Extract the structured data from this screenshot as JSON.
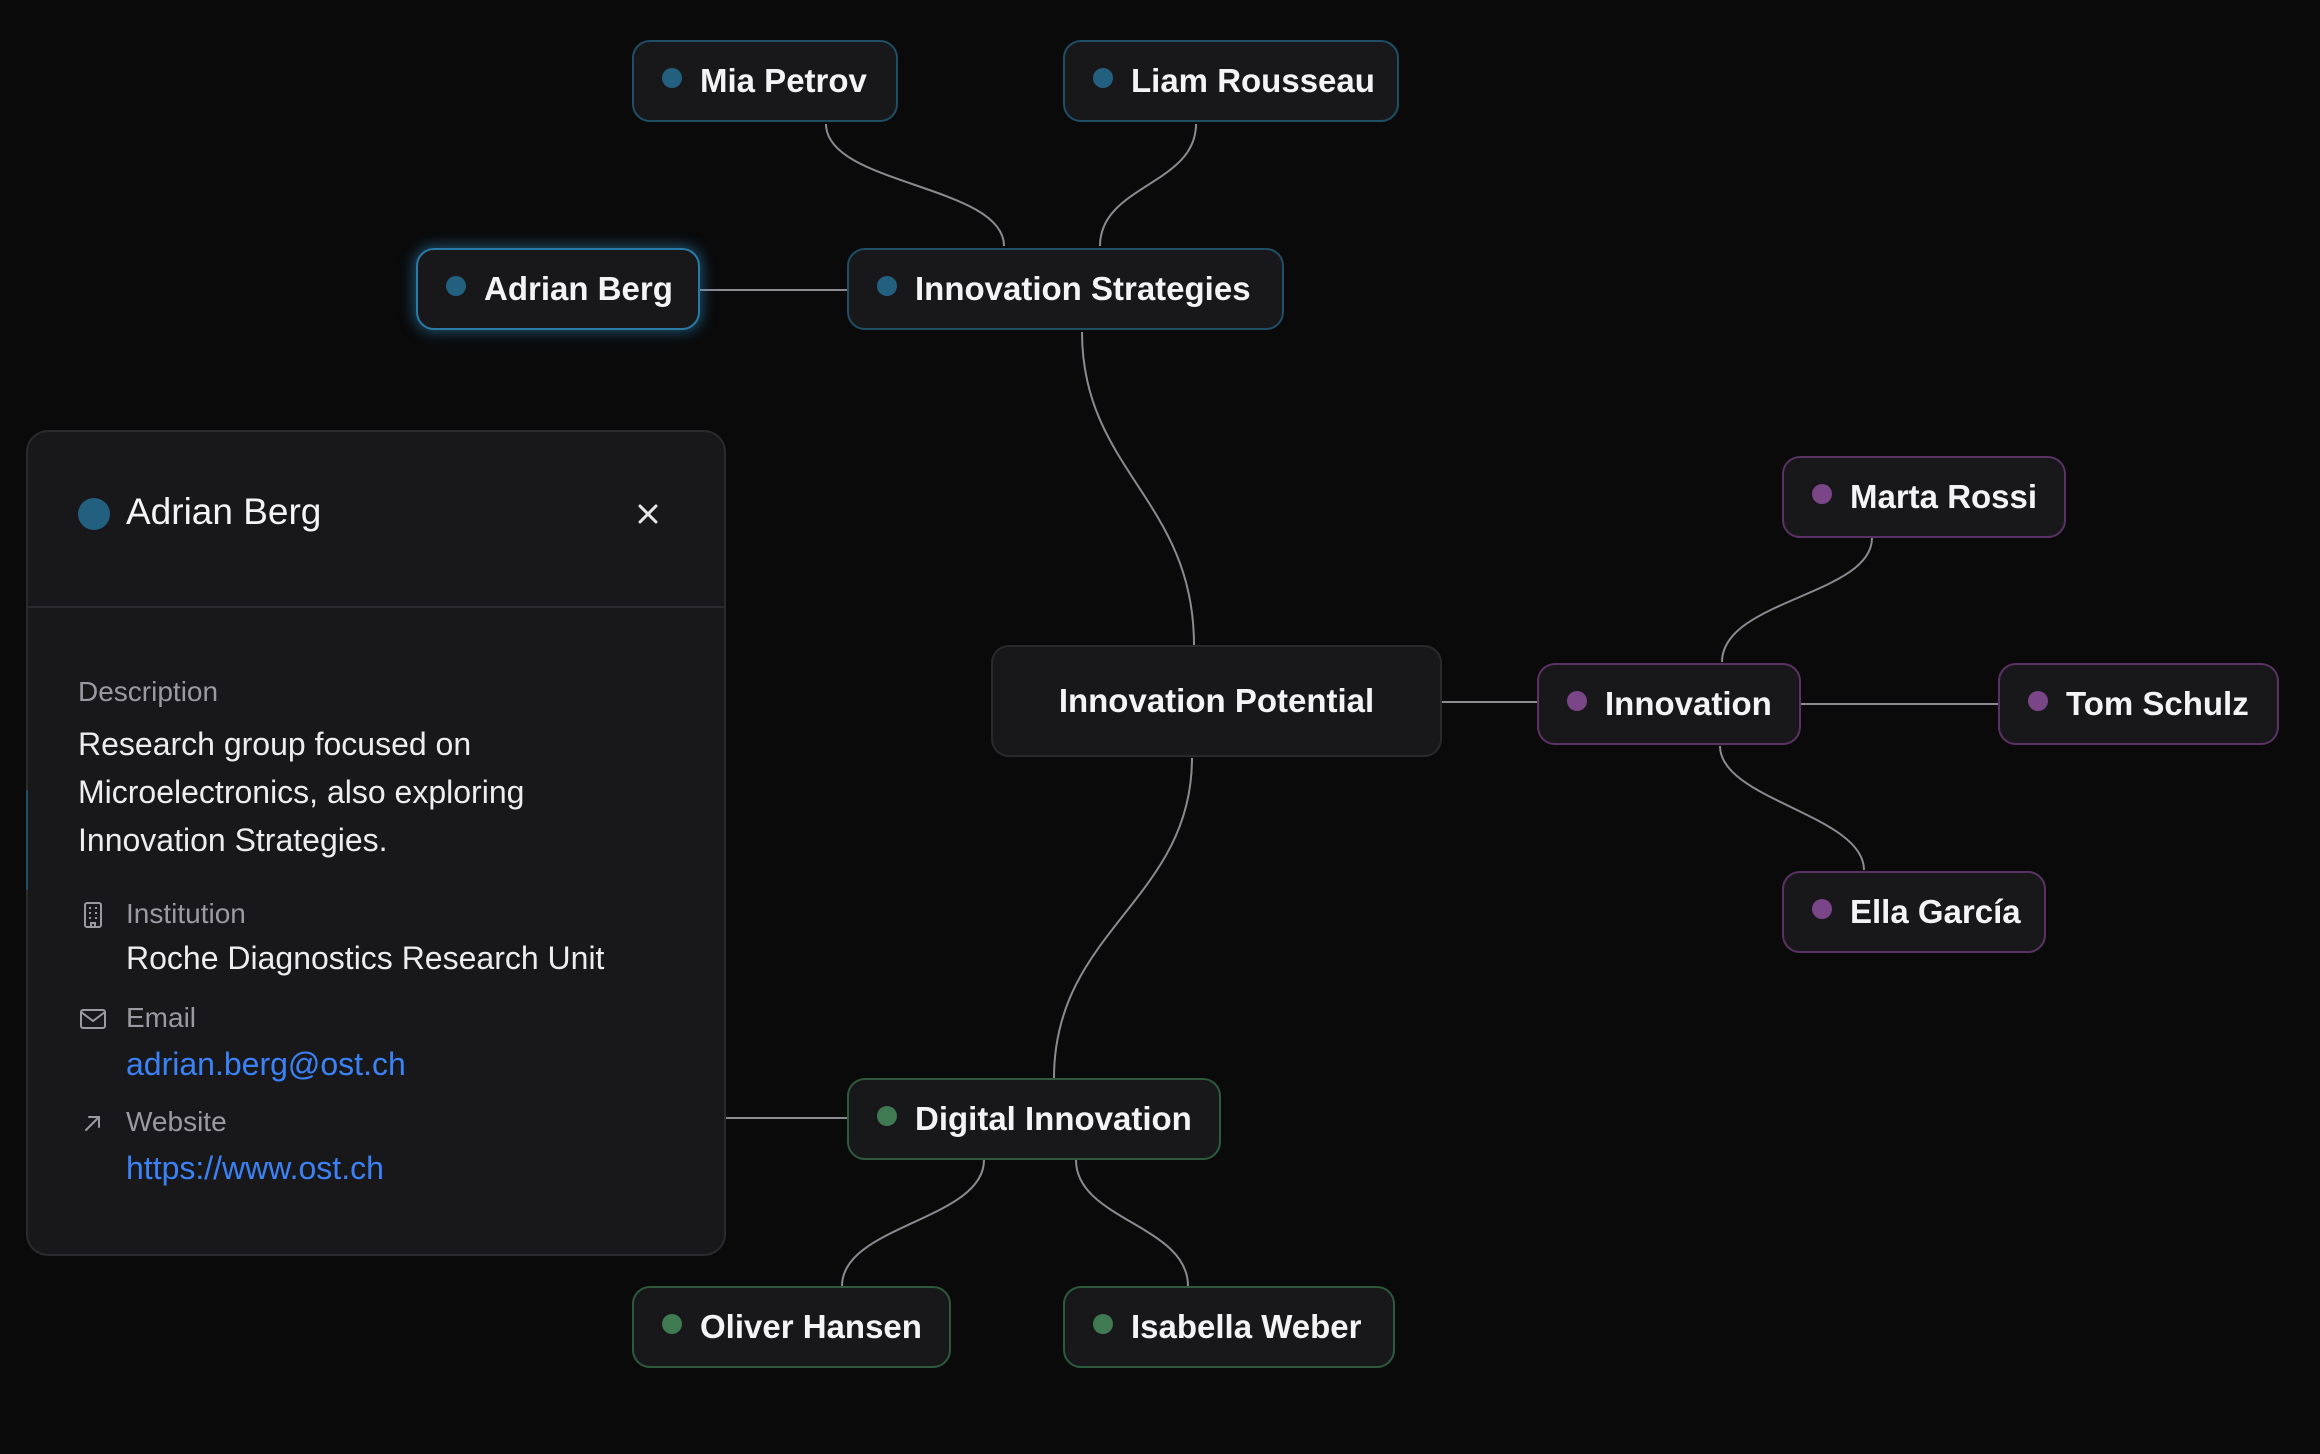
{
  "graph": {
    "center": {
      "label": "Innovation Potential"
    },
    "clusters": [
      {
        "topic": "Innovation Strategies",
        "color": "#23607f",
        "members": [
          "Mia Petrov",
          "Liam Rousseau",
          "Adrian Berg"
        ]
      },
      {
        "topic": "Innovation",
        "color": "#7b4687",
        "members": [
          "Marta Rossi",
          "Tom Schulz",
          "Ella García"
        ]
      },
      {
        "topic": "Digital Innovation",
        "color": "#3f7a52",
        "members": [
          "Oliver Hansen",
          "Isabella Weber"
        ]
      }
    ],
    "selected": "Adrian Berg"
  },
  "panel": {
    "title": "Adrian Berg",
    "description_label": "Description",
    "description": "Research group focused on Microelectronics, also exploring Innovation Strategies.",
    "institution_label": "Institution",
    "institution": "Roche Diagnostics Research Unit",
    "email_label": "Email",
    "email": "adrian.berg@ost.ch",
    "website_label": "Website",
    "website": "https://www.ost.ch",
    "close_icon": "close-icon"
  }
}
